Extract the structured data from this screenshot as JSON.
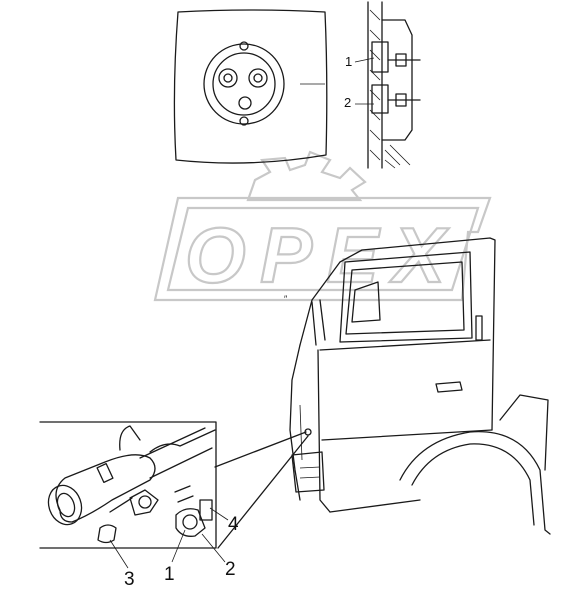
{
  "watermark": {
    "text": "OPEX"
  },
  "callouts": {
    "detail_top_1": "1",
    "detail_top_2": "2",
    "bottom_1": "1",
    "bottom_2": "2",
    "bottom_3": "3",
    "bottom_4": "4"
  },
  "colors": {
    "ink": "#1a1a1a",
    "watermark": "#c8c8c8",
    "background": "#ffffff"
  }
}
